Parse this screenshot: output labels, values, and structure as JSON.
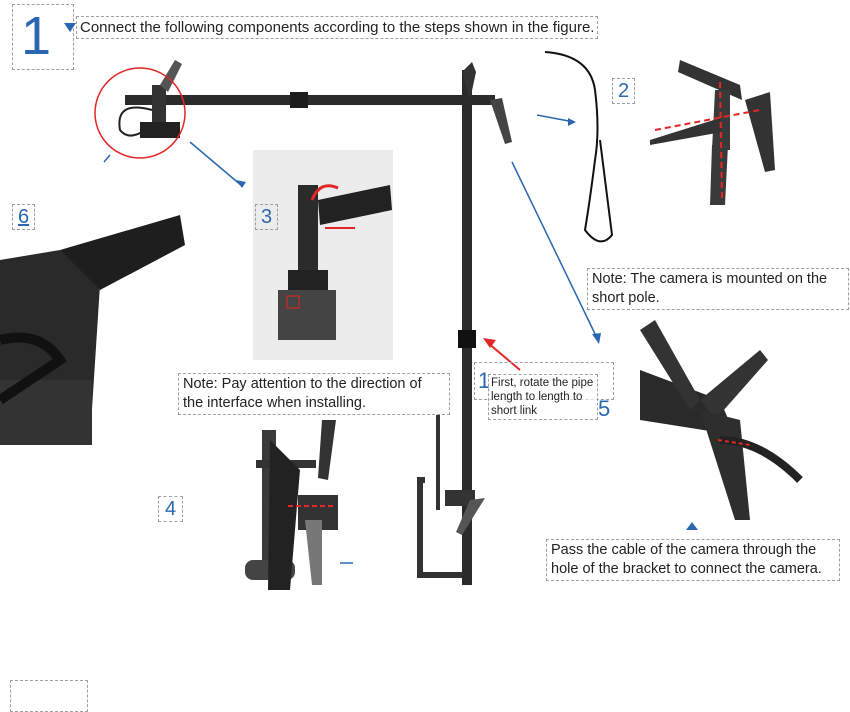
{
  "step_number": "1",
  "instruction": "Connect the following components according to the steps shown in the figure.",
  "labels": {
    "l2": "2",
    "l3": "3",
    "l4": "4",
    "l5": "5",
    "l6": "6",
    "l1": "1"
  },
  "notes": {
    "camera_mount": "Note: The camera is mounted on the short pole.",
    "interface": "Note: Pay attention to the direction of the interface when installing.",
    "rotate": "First, rotate the pipe length to length to short link",
    "cable": "Pass the cable of the camera through the hole of the bracket to connect the camera."
  },
  "colors": {
    "accent": "#2a67b0",
    "highlight": "#e32626",
    "metal": "#2b2b2b"
  }
}
